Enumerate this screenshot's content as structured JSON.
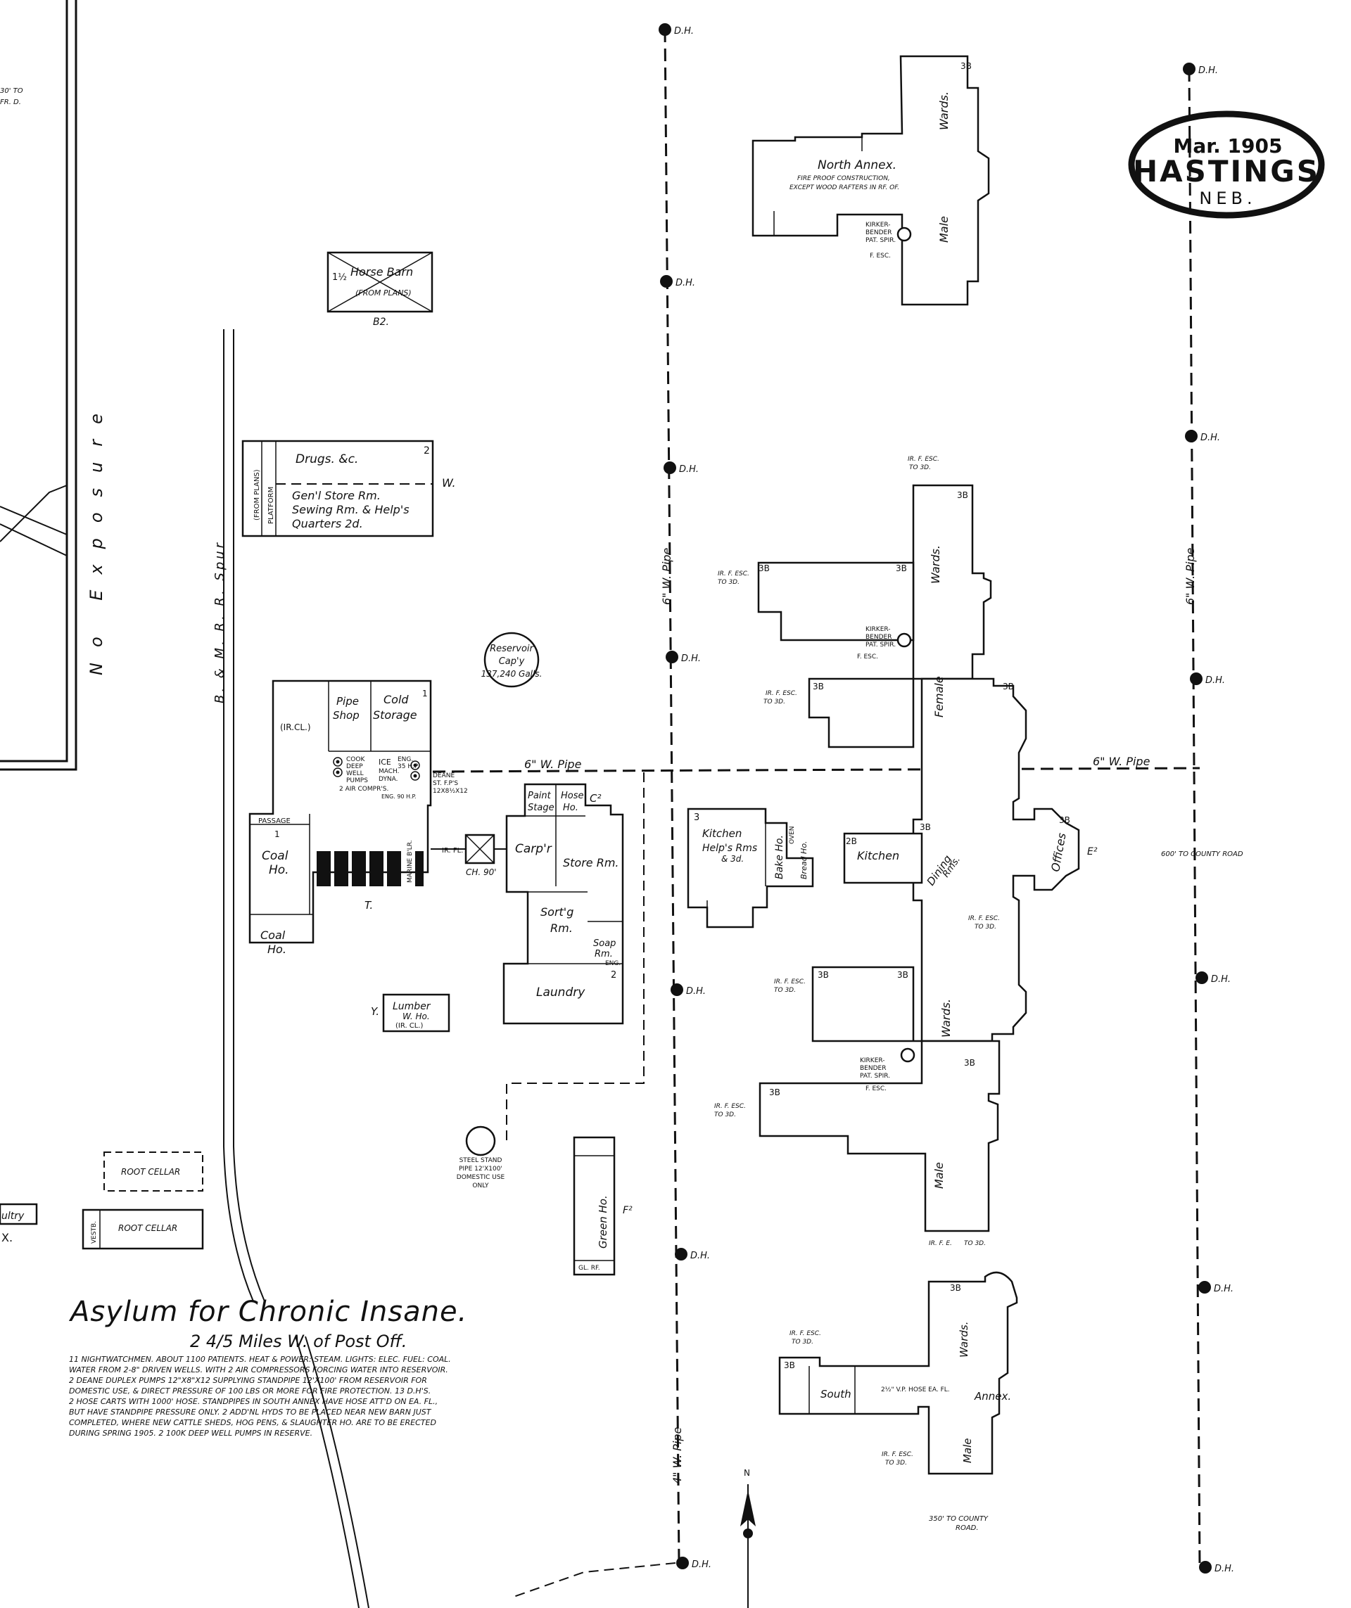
{
  "stamp": {
    "date": "Mar. 1905",
    "city": "HASTINGS",
    "state": "NEB."
  },
  "title": {
    "main": "Asylum for Chronic Insane.",
    "subtitle": "2 4/5 Miles W. of Post Off.",
    "notes": [
      "11 NIGHTWATCHMEN. ABOUT 1100 PATIENTS. HEAT & POWER: STEAM. LIGHTS: ELEC. FUEL: COAL.",
      "WATER FROM 2-8\" DRIVEN WELLS. WITH 2 AIR COMPRESSORS FORCING WATER INTO RESERVOIR.",
      "2 DEANE DUPLEX PUMPS 12\"X8\"X12 SUPPLYING STANDPIPE 12'X100' FROM RESERVOIR FOR",
      "DOMESTIC USE, & DIRECT PRESSURE OF 100 LBS OR MORE FOR FIRE PROTECTION. 13 D.H'S.",
      "2 HOSE CARTS WITH 1000' HOSE. STANDPIPES IN SOUTH ANNEX HAVE HOSE ATT'D ON EA. FL.,",
      "BUT HAVE STANDPIPE PRESSURE ONLY. 2 ADD'NL HYDS TO BE PLACED NEAR NEW BARN JUST",
      "COMPLETED, WHERE NEW CATTLE SHEDS, HOG PENS, & SLAUGHTER HO. ARE TO BE ERECTED",
      "DURING SPRING 1905. 2 100K DEEP WELL PUMPS IN RESERVE."
    ]
  },
  "margin": {
    "exposure": "No Exposure",
    "top_note_1": "30' TO",
    "top_note_2": "FR. D.",
    "poultry": "ultry",
    "x_mark": "X."
  },
  "hydrants": {
    "label": "D.H."
  },
  "pipes": {
    "west_vertical": "6\" W. Pipe",
    "east_vertical": "6\" W. Pipe",
    "south_vertical": "4\" W. Pipe",
    "horizontal_west": "6\" W. Pipe",
    "horizontal_east": "6\" W. Pipe"
  },
  "rail": {
    "spur": "B. & M. R. R. Spur"
  },
  "distances": {
    "east": "600' TO COUNTY ROAD",
    "south_1": "350' TO COUNTY",
    "south_2": "ROAD."
  },
  "labels": {
    "horse_barn": "Horse Barn",
    "from_plans": "(FROM PLANS)",
    "b2": "B2.",
    "horse_barn_ht": "1½",
    "drugs": "Drugs. &c.",
    "gen_store_1": "Gen'l Store Rm.",
    "gen_store_2": "Sewing Rm. & Help's",
    "gen_store_3": "Quarters 2d.",
    "platform": "PLATFORM",
    "from_plans_v": "(FROM PLANS)",
    "w_letter": "W.",
    "reservoir_1": "Reservoir",
    "reservoir_2": "Cap'y",
    "reservoir_3": "137,240 Galls.",
    "pipe_shop": "Pipe",
    "pipe_shop_2": "Shop",
    "cold_storage": "Cold",
    "cold_storage_2": "Storage",
    "ir_cl": "(IR.CL.)",
    "cook": "COOK",
    "deep_well": "DEEP",
    "well_pumps": "WELL",
    "pumps": "PUMPS",
    "air_comprs": "2 AIR COMPR'S.",
    "ice_mach": "ICE",
    "mach": "MACH.",
    "eng": "ENG.",
    "hp": "35 H.P.",
    "dyna": "DYNA.",
    "eng_hp": "ENG. 90 H.P.",
    "deane_1": "DEANE",
    "deane_2": "ST. F.P'S",
    "deane_3": "12X8½X12",
    "passage": "PASSAGE",
    "coal_ho": "Coal",
    "coal_ho_2": "Ho.",
    "coal_ho_b": "Coal",
    "coal_ho_b2": "Ho.",
    "t_letter": "T.",
    "marine_blr": "MARINE B'LR.",
    "ir_fl": "IR. FL.",
    "ch90": "CH. 90'",
    "paint_stage": "Paint",
    "paint_stage_2": "Stage",
    "hose_ho": "Hose",
    "hose_ho_2": "Ho.",
    "c2": "C²",
    "carpr": "Carp'r",
    "store_rm": "Store Rm.",
    "sortg_rm": "Sort'g",
    "sortg_rm_2": "Rm.",
    "soap_rm": "Soap",
    "soap_rm_2": "Rm.",
    "soap_eng": "ENG.",
    "laundry": "Laundry",
    "lumber": "Lumber",
    "lumber_2": "W. Ho.",
    "lumber_3": "(IR. CL.)",
    "y_letter": "Y.",
    "steel_1": "STEEL STAND",
    "steel_2": "PIPE 12'X100'",
    "steel_3": "DOMESTIC USE",
    "steel_4": "ONLY",
    "green_ho": "Green Ho.",
    "f2": "F²",
    "gl_rf": "GL. RF.",
    "root_cellar": "ROOT CELLAR",
    "root_cellar_2": "ROOT CELLAR",
    "vestb": "VESTB.",
    "north_annex": "North Annex.",
    "fireproof_1": "FIRE PROOF CONSTRUCTION,",
    "fireproof_2": "EXCEPT WOOD RAFTERS IN RF. OF.",
    "kirker_1": "KIRKER-",
    "kirker_2": "BENDER",
    "kirker_3": "PAT. SPIR.",
    "kirker_4": "F. ESC.",
    "wards": "Wards.",
    "male": "Male",
    "female": "Female",
    "kitchen_helps": "Kitchen",
    "helps_rms": "Help's Rms",
    "helps_3d": "& 3d.",
    "bake_ho": "Bake Ho.",
    "oven": "OVEN",
    "bread_ho": "Bread Ho.",
    "kitchen": "Kitchen",
    "dining": "Dining",
    "dining_2": "Rms.",
    "offices": "Offices",
    "e2": "E²",
    "ir_f_esc": "IR. F. ESC.",
    "to_3d": "TO 3D.",
    "south_annex": "South",
    "annex": "Annex.",
    "vp_hose": "2½\" V.P. HOSE EA. FL.",
    "north_arrow": "N",
    "ir_fe": "IR. F. E.",
    "story_3b": "3B",
    "story_2": "2",
    "story_1": "1",
    "story_3": "3",
    "story_2b": "2B"
  }
}
